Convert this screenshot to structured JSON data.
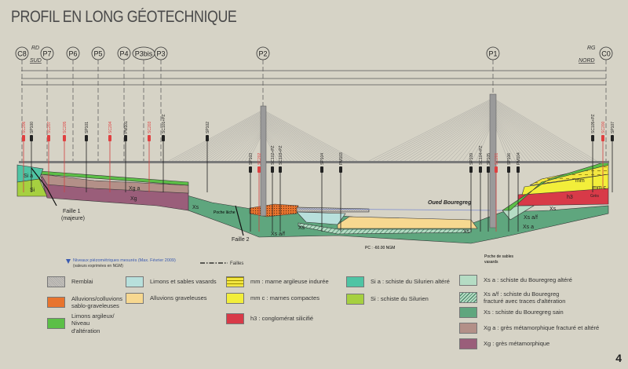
{
  "title": "PROFIL EN LONG GÉOTECHNIQUE",
  "page_number": "4",
  "directions": {
    "left_bank": "RD",
    "left_dir": "SUD",
    "right_bank": "RG",
    "right_dir": "NORD"
  },
  "piers": [
    "C8",
    "P7",
    "P6",
    "P5",
    "P4",
    "P3bis",
    "P3",
    "P2",
    "P1",
    "C0"
  ],
  "geology_labels": {
    "si_a": "Si a",
    "si": "Si",
    "xg_a": "Xg a",
    "xg": "Xg",
    "xs_left": "Xs",
    "xs_mid": "Xs",
    "xs_af_left": "Xs a/f",
    "xs_right": "Xs",
    "xs_af_right": "Xs a/f",
    "xs_a_right": "Xs a",
    "xs_bottom": "Xs",
    "mm": "mm",
    "mmc": "mm c",
    "h3": "h3",
    "gres": "Grès"
  },
  "annotations": {
    "faille1": "Faille 1",
    "faille1_sub": "(majeure)",
    "faille2": "Faille 2",
    "poche_lache": "Poche lâche",
    "oued": "Oued Bouregreg",
    "poche_sables": "Poche de sables",
    "poche_sables_sub": "vasards",
    "pc": "PC : -60.00 NGM"
  },
  "boreholes": [
    "SC206",
    "SP100",
    "SC207",
    "SC205",
    "SP101",
    "SC204",
    "PM101",
    "SC203",
    "SC101+PZ",
    "SP102",
    "SP103",
    "SC202",
    "SC102+PZ",
    "SC103+PZ",
    "SP104",
    "PM103",
    "SP109",
    "SC104+PZ",
    "SP105",
    "SC201",
    "SP106",
    "PM104",
    "SC105+PZ",
    "SC200",
    "SP107"
  ],
  "legend": {
    "piezo": "Niveaux piézométriques mesurés (Max. Février 2009)",
    "piezo_sub": "(valeurs exprimées en NGM)",
    "failles": "Failles",
    "items": [
      {
        "label": "Remblai",
        "color": "#bdb8b0"
      },
      {
        "label": "Alluvions/colluvions sablo-graveleuses",
        "color": "#e8742e"
      },
      {
        "label": "Limons argileux/ Niveau d'altération",
        "color": "#5cbf47"
      },
      {
        "label": "Limons  et sables vasards",
        "color": "#b8e0dc"
      },
      {
        "label": "Alluvions graveleuses",
        "color": "#f7d890"
      },
      {
        "label": "mm : marne argileuse indurée",
        "color": "#f2e640"
      },
      {
        "label": "mm c : marnes compactes",
        "color": "#f2ee3a"
      },
      {
        "label": "h3 : conglomérat silicifié",
        "color": "#d83a48"
      },
      {
        "label": "Si a : schiste du Silurien altéré",
        "color": "#4fc4a4"
      },
      {
        "label": "Si : schiste du Silurien",
        "color": "#a6d040"
      },
      {
        "label": "Xs a : schiste du Bouregreg altéré",
        "color": "#b5dcc4"
      },
      {
        "label": "Xs a/f : schiste du Bouregreg fracturé avec traces d'altération",
        "color": "#8ccaa8"
      },
      {
        "label": "Xs : schiste du Bouregreg sain",
        "color": "#5fa67e"
      },
      {
        "label": "Xg a : grès métamorphique fracturé et altéré",
        "color": "#b39088"
      },
      {
        "label": "Xg : grès métamorphique",
        "color": "#9a5e7a"
      }
    ]
  }
}
